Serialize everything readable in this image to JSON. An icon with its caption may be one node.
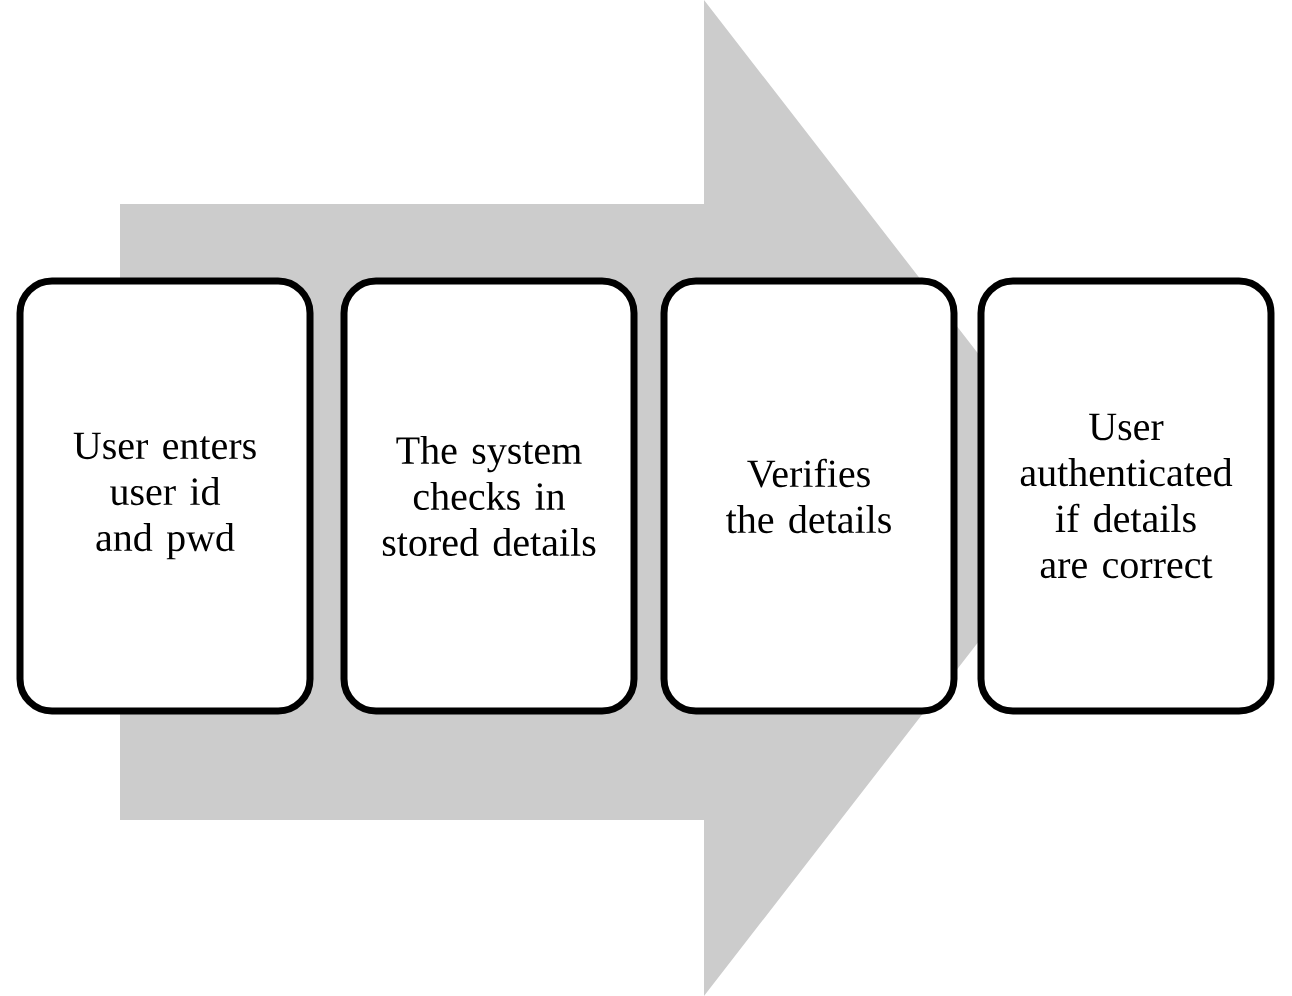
{
  "diagram": {
    "nodes": [
      {
        "text": [
          "User enters user id and pwd"
        ]
      },
      {
        "text": [
          "The system checks in stored details"
        ]
      },
      {
        "text": [
          "Verifies the details"
        ]
      },
      {
        "text": [
          "User authenticated if details are correct"
        ]
      }
    ],
    "edges": [
      {
        "from": 0,
        "to": 3,
        "arrow": "to"
      }
    ]
  }
}
